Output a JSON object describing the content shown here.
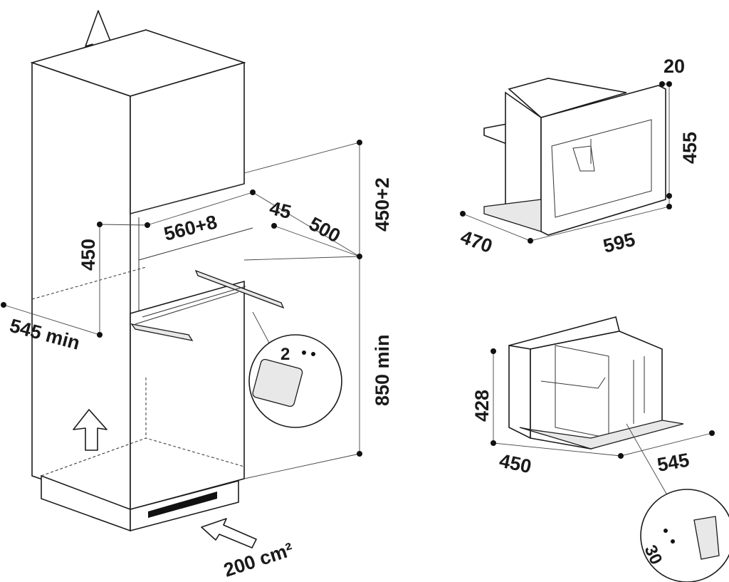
{
  "cabinet": {
    "dimensions": {
      "niche_height": "450+2",
      "niche_width": "560+8",
      "offset": "45",
      "depth": "500",
      "inner_height": "450",
      "cabinet_depth": "545 min",
      "floor_height": "850 min",
      "detail_gap": "2",
      "ventilation": "200 cm²"
    }
  },
  "appliance_front": {
    "dimensions": {
      "frame_depth": "20",
      "height": "455",
      "depth": "470",
      "width": "595"
    }
  },
  "appliance_back": {
    "dimensions": {
      "height": "428",
      "depth": "450",
      "width": "545",
      "plug_offset": "30"
    }
  }
}
